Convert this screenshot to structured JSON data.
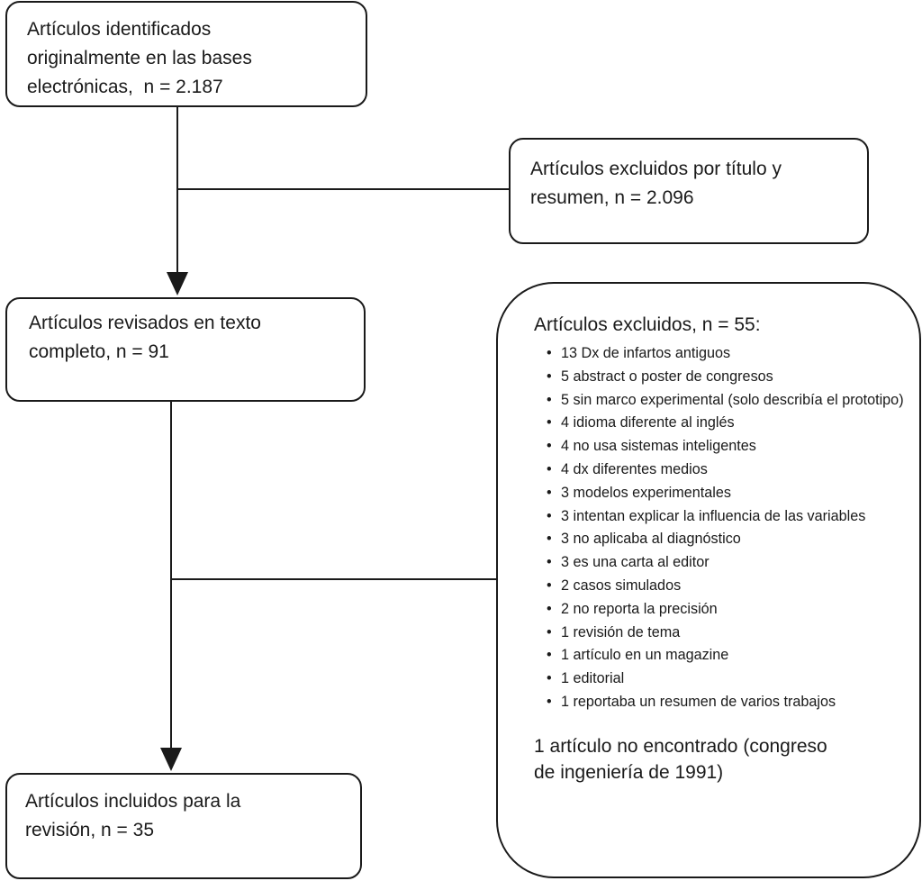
{
  "boxes": {
    "identified": {
      "lines": [
        "Artículos identificados",
        "originalmente en las bases",
        "electrónicas,  n = 2.187"
      ]
    },
    "excluded_title": {
      "lines": [
        "Artículos excluidos por título y",
        "resumen, n = 2.096"
      ]
    },
    "revised": {
      "lines": [
        "Artículos revisados en texto",
        "completo, n = 91"
      ]
    },
    "included": {
      "lines": [
        "Artículos incluidos para la",
        "revisión, n = 35"
      ]
    },
    "excluded_fulltext": {
      "heading": "Artículos excluidos, n = 55:",
      "bullet": "•",
      "reasons": [
        "13 Dx de infartos antiguos",
        "5 abstract o poster de congresos",
        "5 sin marco experimental (solo describía el prototipo)",
        "4 idioma diferente al inglés",
        "4 no usa sistemas inteligentes",
        "4 dx diferentes medios",
        "3 modelos experimentales",
        "3 intentan explicar la influencia de las variables",
        "3 no aplicaba al diagnóstico",
        "3 es una carta al editor",
        "2 casos simulados",
        "2 no reporta la precisión",
        "1 revisión de tema",
        "1 artículo en un magazine",
        "1 editorial",
        "1 reportaba un resumen de varios trabajos"
      ],
      "footer_lines": [
        "1 artículo no encontrado (congreso",
        "de ingeniería de 1991)"
      ]
    }
  }
}
